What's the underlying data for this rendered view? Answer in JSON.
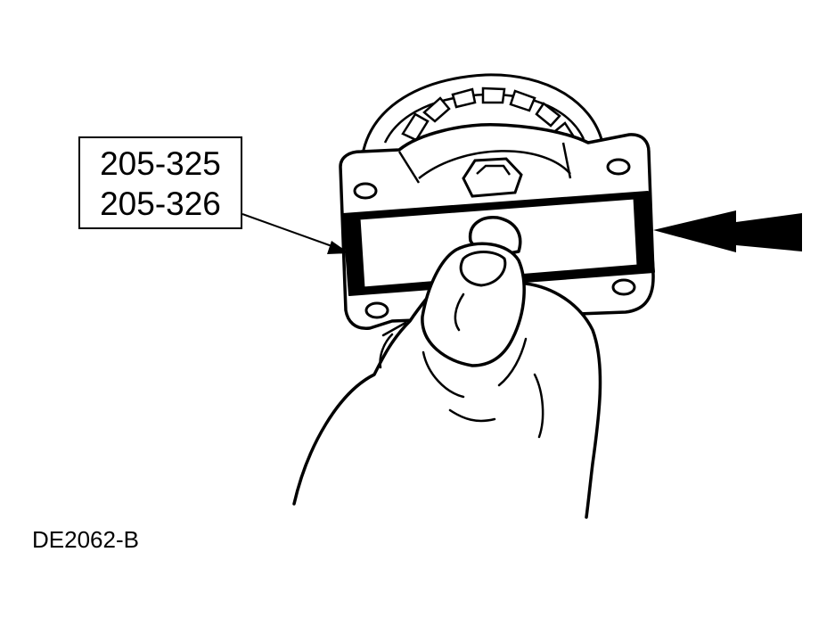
{
  "callout": {
    "line1": "205-325",
    "line2": "205-326"
  },
  "figure_id": "DE2062-B",
  "colors": {
    "ink": "#000000",
    "paper": "#ffffff"
  }
}
